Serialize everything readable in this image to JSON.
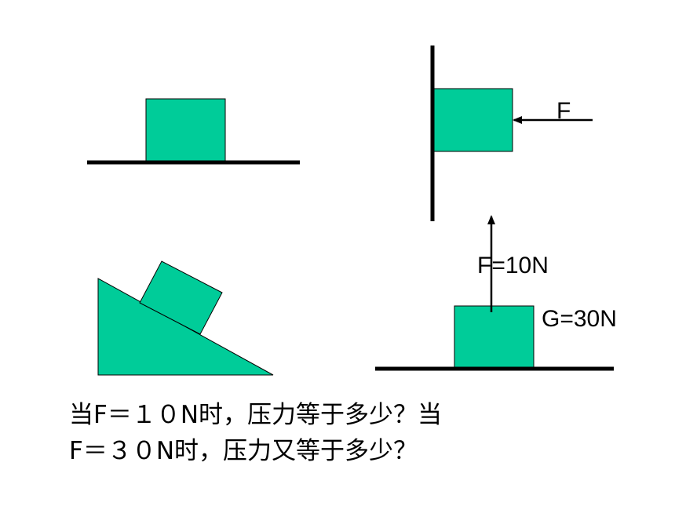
{
  "colors": {
    "block_fill": "#00cc99",
    "block_stroke": "#000000",
    "line": "#000000"
  },
  "labels": {
    "wall_force": "F",
    "pull_force": "F=10N",
    "weight": "G=30N"
  },
  "question": {
    "line1": "当F＝１０N时，压力等于多少？当",
    "line2": "F＝３０N时，压力又等于多少？"
  }
}
